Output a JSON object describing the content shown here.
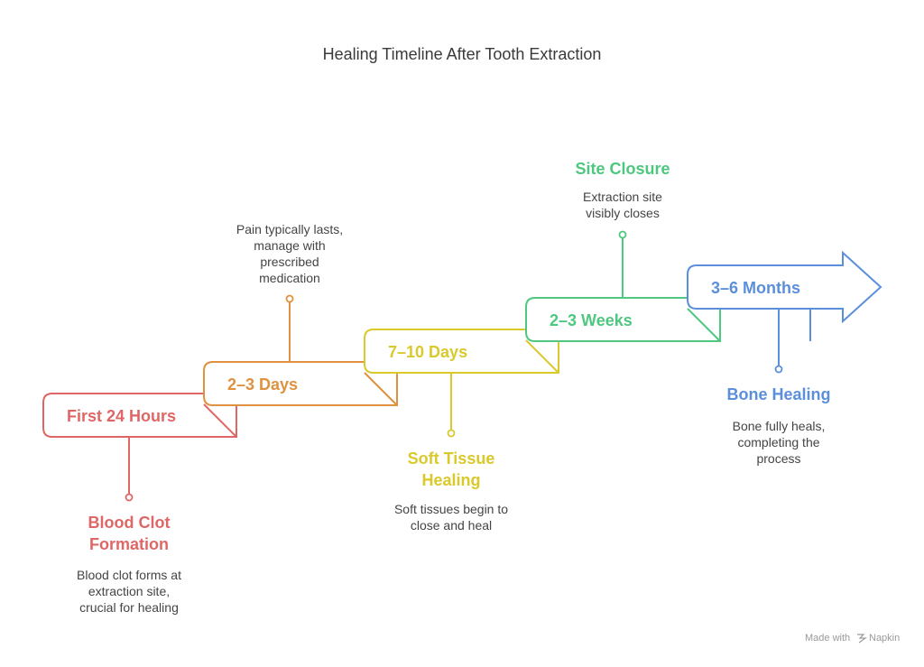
{
  "title": "Healing Timeline After Tooth Extraction",
  "footer": {
    "prefix": "Made with",
    "brand": "Napkin",
    "icon": "napkin-logo-icon"
  },
  "colors": {
    "red": "#e06666",
    "orange": "#e0913f",
    "yellow": "#d9c92a",
    "green": "#4ec77f",
    "blue": "#5b8fdb"
  },
  "stages": [
    {
      "label": "First 24 Hours",
      "color": "#e06666",
      "heading": [
        "Blood Clot",
        "Formation"
      ],
      "description": [
        "Blood clot forms at",
        "extraction site,",
        "crucial for healing"
      ]
    },
    {
      "label": "2–3 Days",
      "color": "#e0913f",
      "heading": [],
      "description": [
        "Pain typically lasts,",
        "manage with",
        "prescribed",
        "medication"
      ]
    },
    {
      "label": "7–10 Days",
      "color": "#d9c92a",
      "heading": [
        "Soft Tissue",
        "Healing"
      ],
      "description": [
        "Soft tissues begin to",
        "close and heal"
      ]
    },
    {
      "label": "2–3 Weeks",
      "color": "#4ec77f",
      "heading": [
        "Site Closure"
      ],
      "description": [
        "Extraction site",
        "visibly closes"
      ]
    },
    {
      "label": "3–6 Months",
      "color": "#5b8fdb",
      "heading": [
        "Bone Healing"
      ],
      "description": [
        "Bone fully heals,",
        "completing the",
        "process"
      ]
    }
  ]
}
